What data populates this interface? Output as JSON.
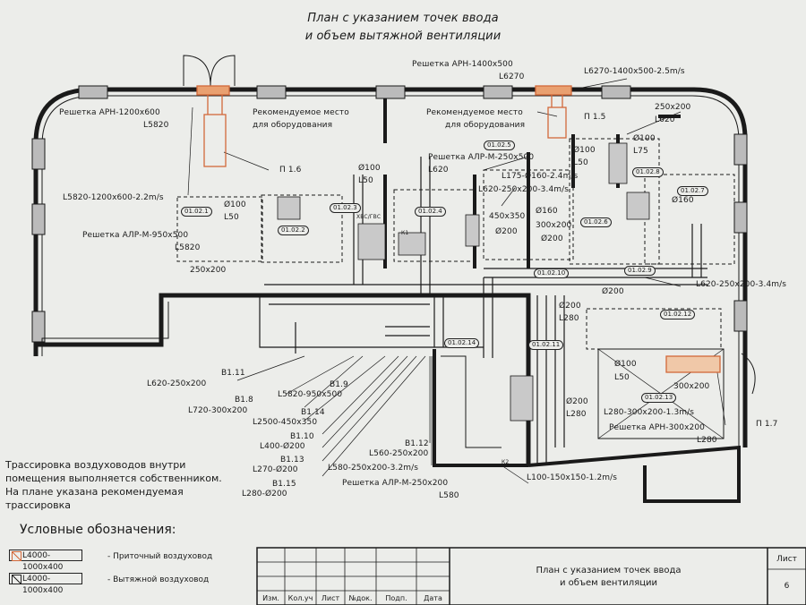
{
  "title": {
    "line1": "План с указанием точек ввода",
    "line2": "и объем вытяжной вентиляции"
  },
  "labels": {
    "reshetka_arn_1400": "Решетка АРН-1400х500",
    "l6270": "L6270",
    "l6270_flow": "L6270-1400х500-2.5m/s",
    "reshetka_arn_1200": "Решетка АРН-1200х600",
    "l5820": "L5820",
    "rec_place_1": "Рекомендуемое место",
    "rec_place_1b": "для оборудования",
    "rec_place_2": "Рекомендуемое место",
    "rec_place_2b": "для оборудования",
    "p15": "П 1.5",
    "p16": "П 1.6",
    "p17": "П 1.7",
    "s250x200_a": "250х200",
    "l620_a": "L620",
    "phi100_a": "Ø100",
    "l75": "L75",
    "l50_a": "L50",
    "phi100_b": "Ø100",
    "l50_b": "L50",
    "reshetka_alr_250x500": "Решетка АЛР-М-250х500",
    "l620_b": "L620",
    "l175": "L175-Ø160-2.4m/s",
    "l620_flow_a": "L620-250х200-3.4m/s",
    "l5820_flow": "L5820-1200х600-2.2m/s",
    "phi100_c": "Ø100",
    "l50_c": "L50",
    "phi160_a": "Ø160",
    "s450x350": "450х350",
    "phi160_b": "Ø160",
    "s300x200_a": "300х200",
    "phi200_a": "Ø200",
    "phi200_b": "Ø200",
    "reshetka_alr_950x500": "Решетка АЛР-М-950х500",
    "l5820_b": "L5820",
    "s250x200_b": "250х200",
    "l620_flow_b": "L620-250х200-3.4m/s",
    "phi200_c": "Ø200",
    "phi200_d": "Ø200",
    "l280_a": "L280",
    "phi100_d": "Ø100",
    "l50_d": "L50",
    "s300x200_b": "300х200",
    "phi200_e": "Ø200",
    "l280_b": "L280",
    "l280_flow": "L280-300х200-1.3m/s",
    "reshetka_arn_300x200": "Решетка АРН-300х200",
    "l280_c": "L280",
    "b111": "В1.11",
    "l620_250": "L620-250х200",
    "b19": "В1.9",
    "l5820_950": "L5820-950х500",
    "b18": "В1.8",
    "l720": "L720-300х200",
    "b114": "В1.14",
    "l2500": "L2500-450х350",
    "b110": "В1.10",
    "l400": "L400-Ø200",
    "b113": "В1.13",
    "l270": "L270-Ø200",
    "b115": "В1.15",
    "l280_d200": "L280-Ø200",
    "b112": "В1.12",
    "l560": "L560-250х200",
    "l580_flow": "L580-250х200-3.2m/s",
    "reshetka_alr_250x200": "Решетка АЛР-М-250х200",
    "l580": "L580",
    "l100": "L100-150х150-1.2m/s",
    "k1": "К1",
    "k2": "К2",
    "hvs": "ХВС/ГВС"
  },
  "room_tags": [
    "01.02.1",
    "01.02.2",
    "01.02.3",
    "01.02.4",
    "01.02.5",
    "01.02.6",
    "01.02.7",
    "01.02.8",
    "01.02.9",
    "01.02.10",
    "01.02.11",
    "01.02.12",
    "01.02.13",
    "01.02.14"
  ],
  "note": {
    "line1": "Трассировка воздуховодов внутри",
    "line2": "помещения выполняется собственником.",
    "line3": "На плане указана рекомендуемая",
    "line4": "трассировка"
  },
  "legend": {
    "title": "Условные обозначения:",
    "supply_code": "L4000-1000x400",
    "supply_label": "- Приточный воздуховод",
    "exhaust_code": "L4000-1000x400",
    "exhaust_label": "- Вытяжной воздуховод",
    "supply_color": "#d2693a"
  },
  "stamp": {
    "cols": [
      "Изм.",
      "Кол.уч",
      "Лист",
      "№док.",
      "Подп.",
      "Дата"
    ],
    "sheet_title_1": "План с указанием точек ввода",
    "sheet_title_2": "и объем вентиляции",
    "sheet_label": "Лист",
    "sheet_number": "6"
  }
}
